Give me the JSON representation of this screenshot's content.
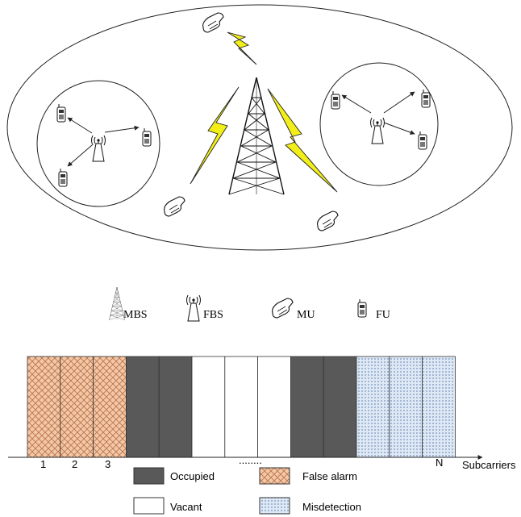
{
  "legend_top": {
    "mbs": "MBS",
    "fbs": "FBS",
    "mu": "MU",
    "fu": "FU"
  },
  "subcarrier_strip": {
    "blocks": [
      {
        "state": "false_alarm"
      },
      {
        "state": "false_alarm"
      },
      {
        "state": "false_alarm"
      },
      {
        "state": "occupied"
      },
      {
        "state": "occupied"
      },
      {
        "state": "vacant"
      },
      {
        "state": "vacant"
      },
      {
        "state": "vacant"
      },
      {
        "state": "occupied"
      },
      {
        "state": "occupied"
      },
      {
        "state": "misdetection"
      },
      {
        "state": "misdetection"
      },
      {
        "state": "misdetection"
      }
    ],
    "index_labels": [
      "1",
      "2",
      "3"
    ],
    "last_label": "N",
    "ellipsis": "........",
    "axis_label": "Subcarriers"
  },
  "legend_bottom": {
    "occupied": "Occupied",
    "false_alarm": "False alarm",
    "vacant": "Vacant",
    "misdetection": "Misdetection"
  },
  "colors": {
    "occupied": "#595959",
    "false_alarm_fill": "#f3c8a6",
    "false_alarm_hatch": "#b8704a",
    "misdetection_fill": "#dfe9f5",
    "misdetection_dots": "#9fb6d4",
    "lightning": "#f2ee1a",
    "vacant": "#ffffff"
  }
}
